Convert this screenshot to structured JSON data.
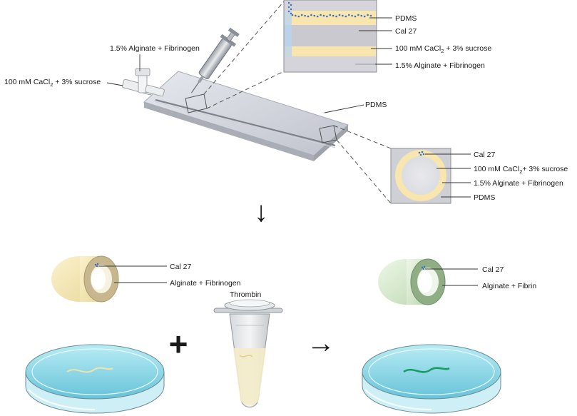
{
  "labels": {
    "alginate_fibrinogen_top": "1.5% Alginate  + Fibrinogen",
    "cacl2_inlet_a": "100 mM CaCl",
    "cacl2_inlet_sub": "2",
    "cacl2_inlet_b": " + 3% sucrose",
    "pdms_device": "PDMS",
    "long_pdms": "PDMS",
    "long_cal27": "Cal 27",
    "long_cacl2_a": "100 mM CaCl",
    "long_cacl2_sub": "2",
    "long_cacl2_b": " + 3% sucrose",
    "long_alginate": "1.5% Alginate + Fibrinogen",
    "cross_cal27": "Cal 27",
    "cross_cacl2_a": "100 mM CaCl",
    "cross_cacl2_sub": "2",
    "cross_cacl2_b": "+ 3% sucrose",
    "cross_alginate": "1.5% Alginate + Fibrinogen",
    "cross_pdms": "PDMS",
    "before_cal27": "Cal 27",
    "before_alginate": "Alginate + Fibrinogen",
    "thrombin": "Thrombin",
    "after_cal27": "Cal 27",
    "after_alginate": "Alginate +  Fibrin"
  },
  "symbols": {
    "down_arrow": "↓",
    "plus": "+",
    "right_arrow": "→"
  },
  "colors": {
    "pdms_gray": "#c9cbd3",
    "alginate_yellow": "#f7e7b8",
    "fibrin_green": "#9fbf95",
    "cells_blue": "#3a6fc4",
    "dish_blue": "#7fd0e0",
    "fiber_green": "#1a9b63"
  }
}
